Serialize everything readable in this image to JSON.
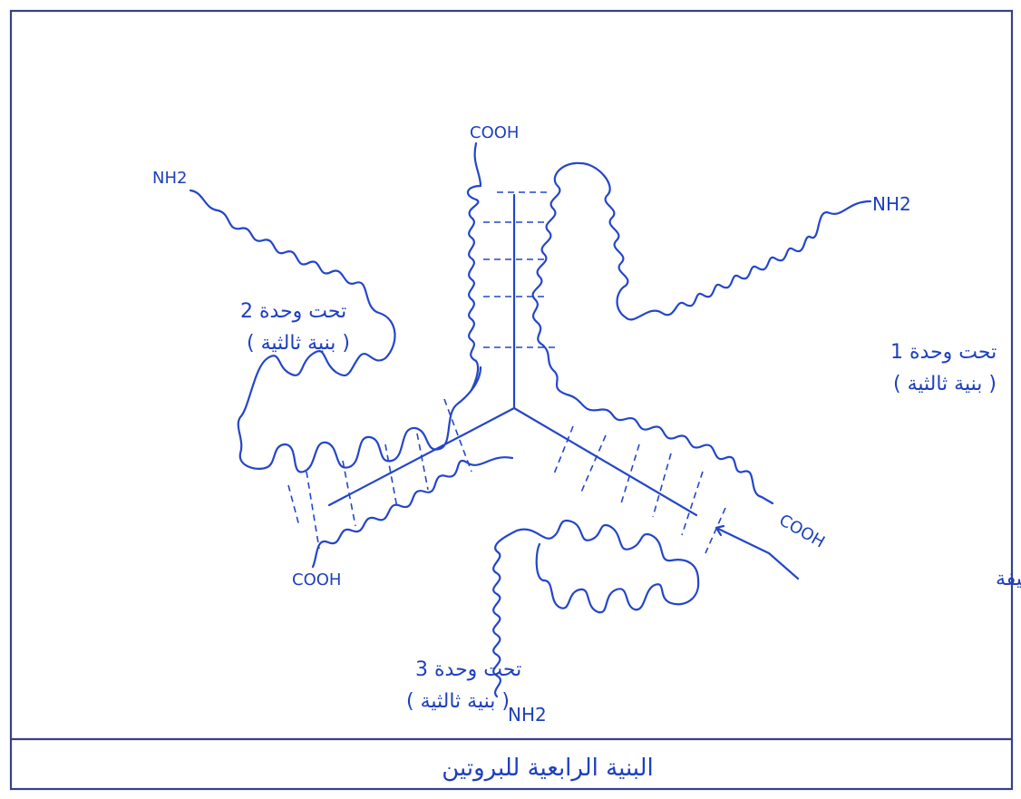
{
  "title": "البنية الرابعية للبروتين",
  "subunits": [
    {
      "line1": "تحت وحدة 1",
      "line2": "( بنية ثالثية )"
    },
    {
      "line1": "تحت وحدة 2",
      "line2": "( بنية ثالثية )"
    },
    {
      "line1": "تحت وحدة 3",
      "line2": "( بنية ثالثية )"
    }
  ],
  "termini": {
    "cooh_top": "COOH",
    "cooh_right": "COOH",
    "cooh_left": "COOH",
    "nh2_left": "NH2",
    "nh2_right": "NH2",
    "nh2_bottom": "NH2"
  },
  "weak_bonds_label": "روابط ضعيفة",
  "colors": {
    "ink": "#2446c8",
    "frame": "#3a3f8a",
    "background": "#ffffff"
  }
}
